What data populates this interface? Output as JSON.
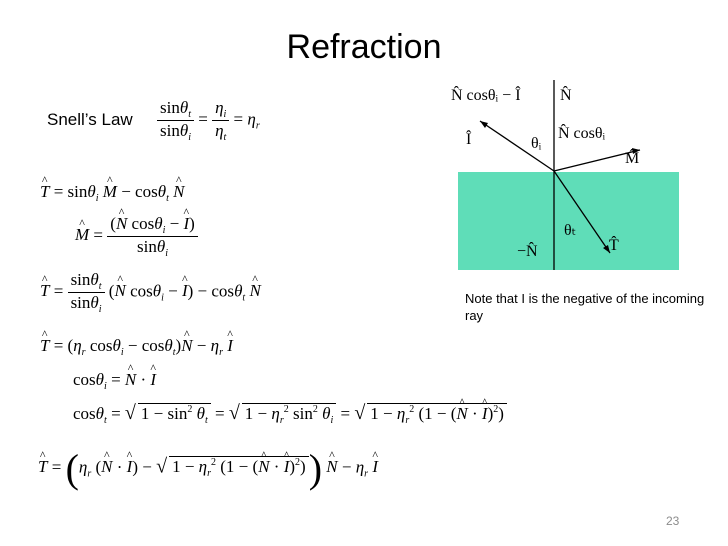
{
  "title": "Refraction",
  "snell_label": "Snell’s Law",
  "note": "Note that I is the negative of the incoming ray",
  "page_number": "23",
  "colors": {
    "medium": "#5fddb8",
    "background": "#ffffff",
    "text": "#000000"
  },
  "diagram": {
    "label_top": "N̂ cosθᵢ − Î",
    "label_N": "N̂",
    "label_Ncos": "N̂ cosθᵢ",
    "label_I": "Î",
    "label_theta_i": "θᵢ",
    "label_M": "M̂",
    "label_theta_t": "θₜ",
    "label_negN": "−N̂",
    "label_T": "T̂"
  }
}
